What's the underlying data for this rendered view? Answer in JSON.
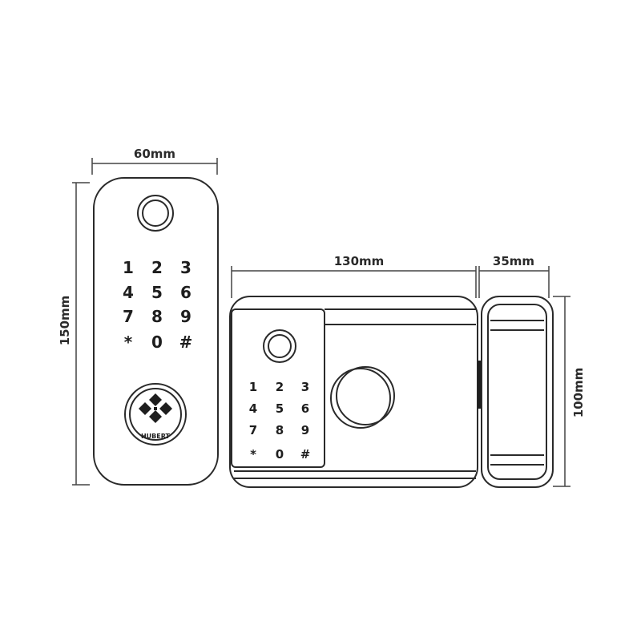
{
  "dimensions": {
    "front_width": "60mm",
    "front_height": "150mm",
    "body_width": "130mm",
    "strike_width": "35mm",
    "body_height": "100mm"
  },
  "keypad": [
    "1",
    "2",
    "3",
    "4",
    "5",
    "6",
    "7",
    "8",
    "9",
    "*",
    "0",
    "#"
  ],
  "brand": "HUBERT",
  "colors": {
    "line": "#2a2a2a",
    "background": "#ffffff"
  }
}
